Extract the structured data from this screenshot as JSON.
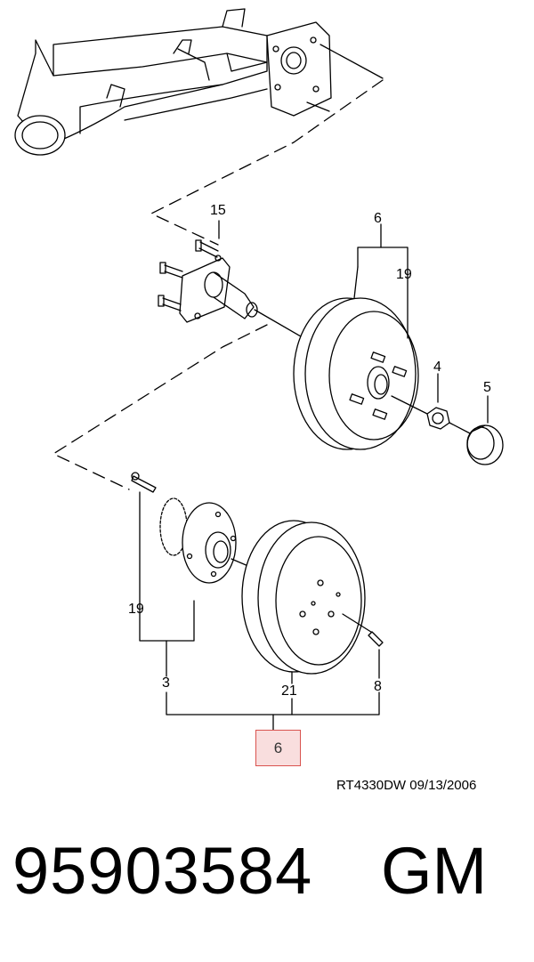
{
  "callouts": {
    "c15": "15",
    "c6_top": "6",
    "c19_top": "19",
    "c4": "4",
    "c5": "5",
    "c19_bottom": "19",
    "c3": "3",
    "c21": "21",
    "c8": "8"
  },
  "highlight": {
    "label": "6",
    "fill": "#f9dede",
    "border": "#d9534f"
  },
  "drawing_code": "RT4330DW  09/13/2006",
  "part_number": "95903584",
  "brand": "GM"
}
